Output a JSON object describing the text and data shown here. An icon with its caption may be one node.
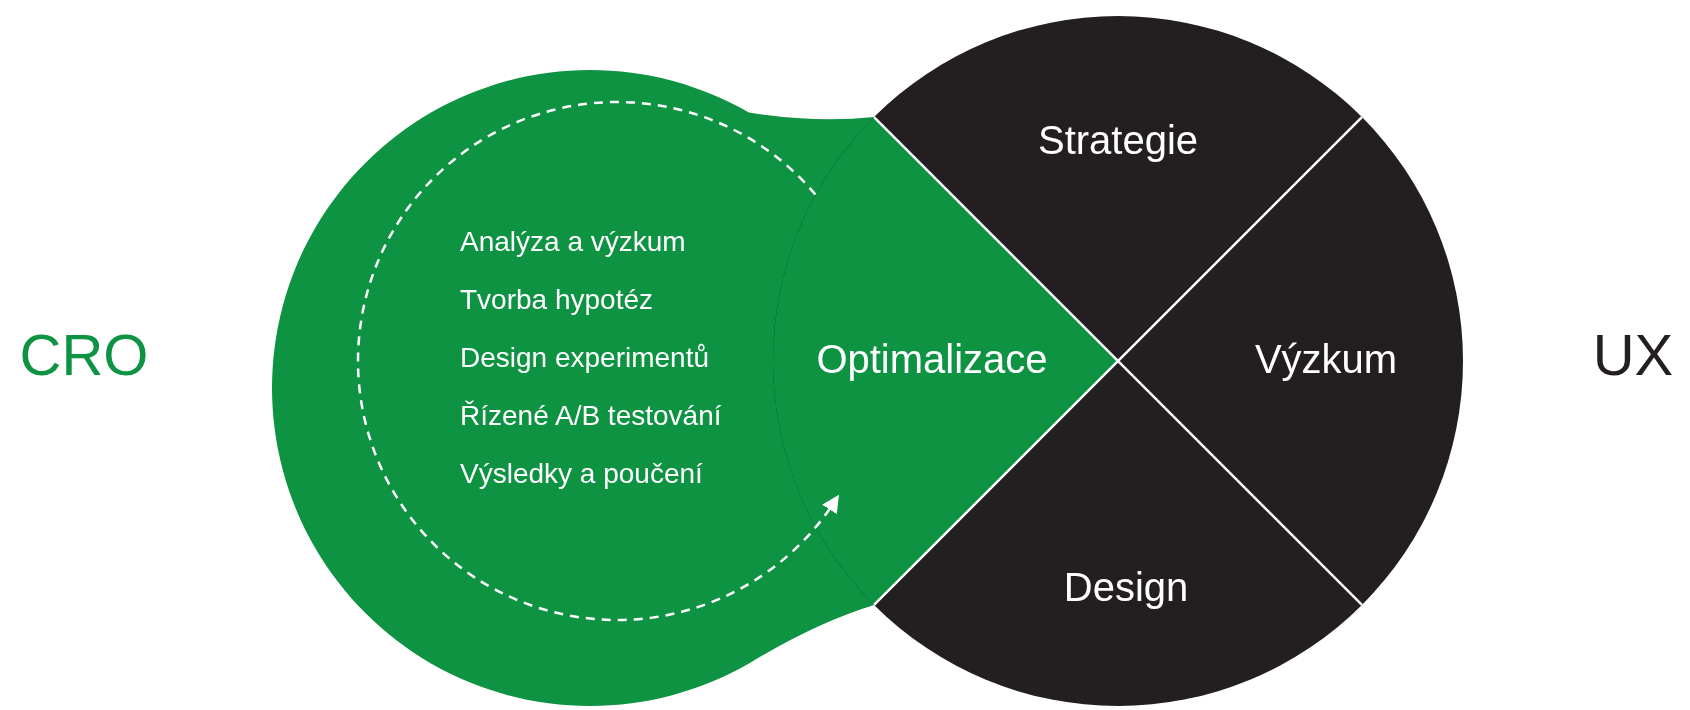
{
  "diagram": {
    "nodes": [
      {
        "text": [
          "Analýza a výzkum",
          "Tvorba hypotéz",
          "Design experimentů",
          "Řízené A/B testování",
          "Výsledky a poučení"
        ]
      },
      {
        "text": [],
        "shape": "circle"
      },
      {
        "text": [
          "Strategie"
        ],
        "in": 1
      },
      {
        "text": [
          "Optimalizace"
        ],
        "in": 1
      },
      {
        "text": [
          "Výzkum"
        ],
        "in": 1
      },
      {
        "text": [
          "Design"
        ],
        "in": 1
      }
    ],
    "edges": [],
    "labels": [
      "CRO",
      "UX"
    ]
  }
}
